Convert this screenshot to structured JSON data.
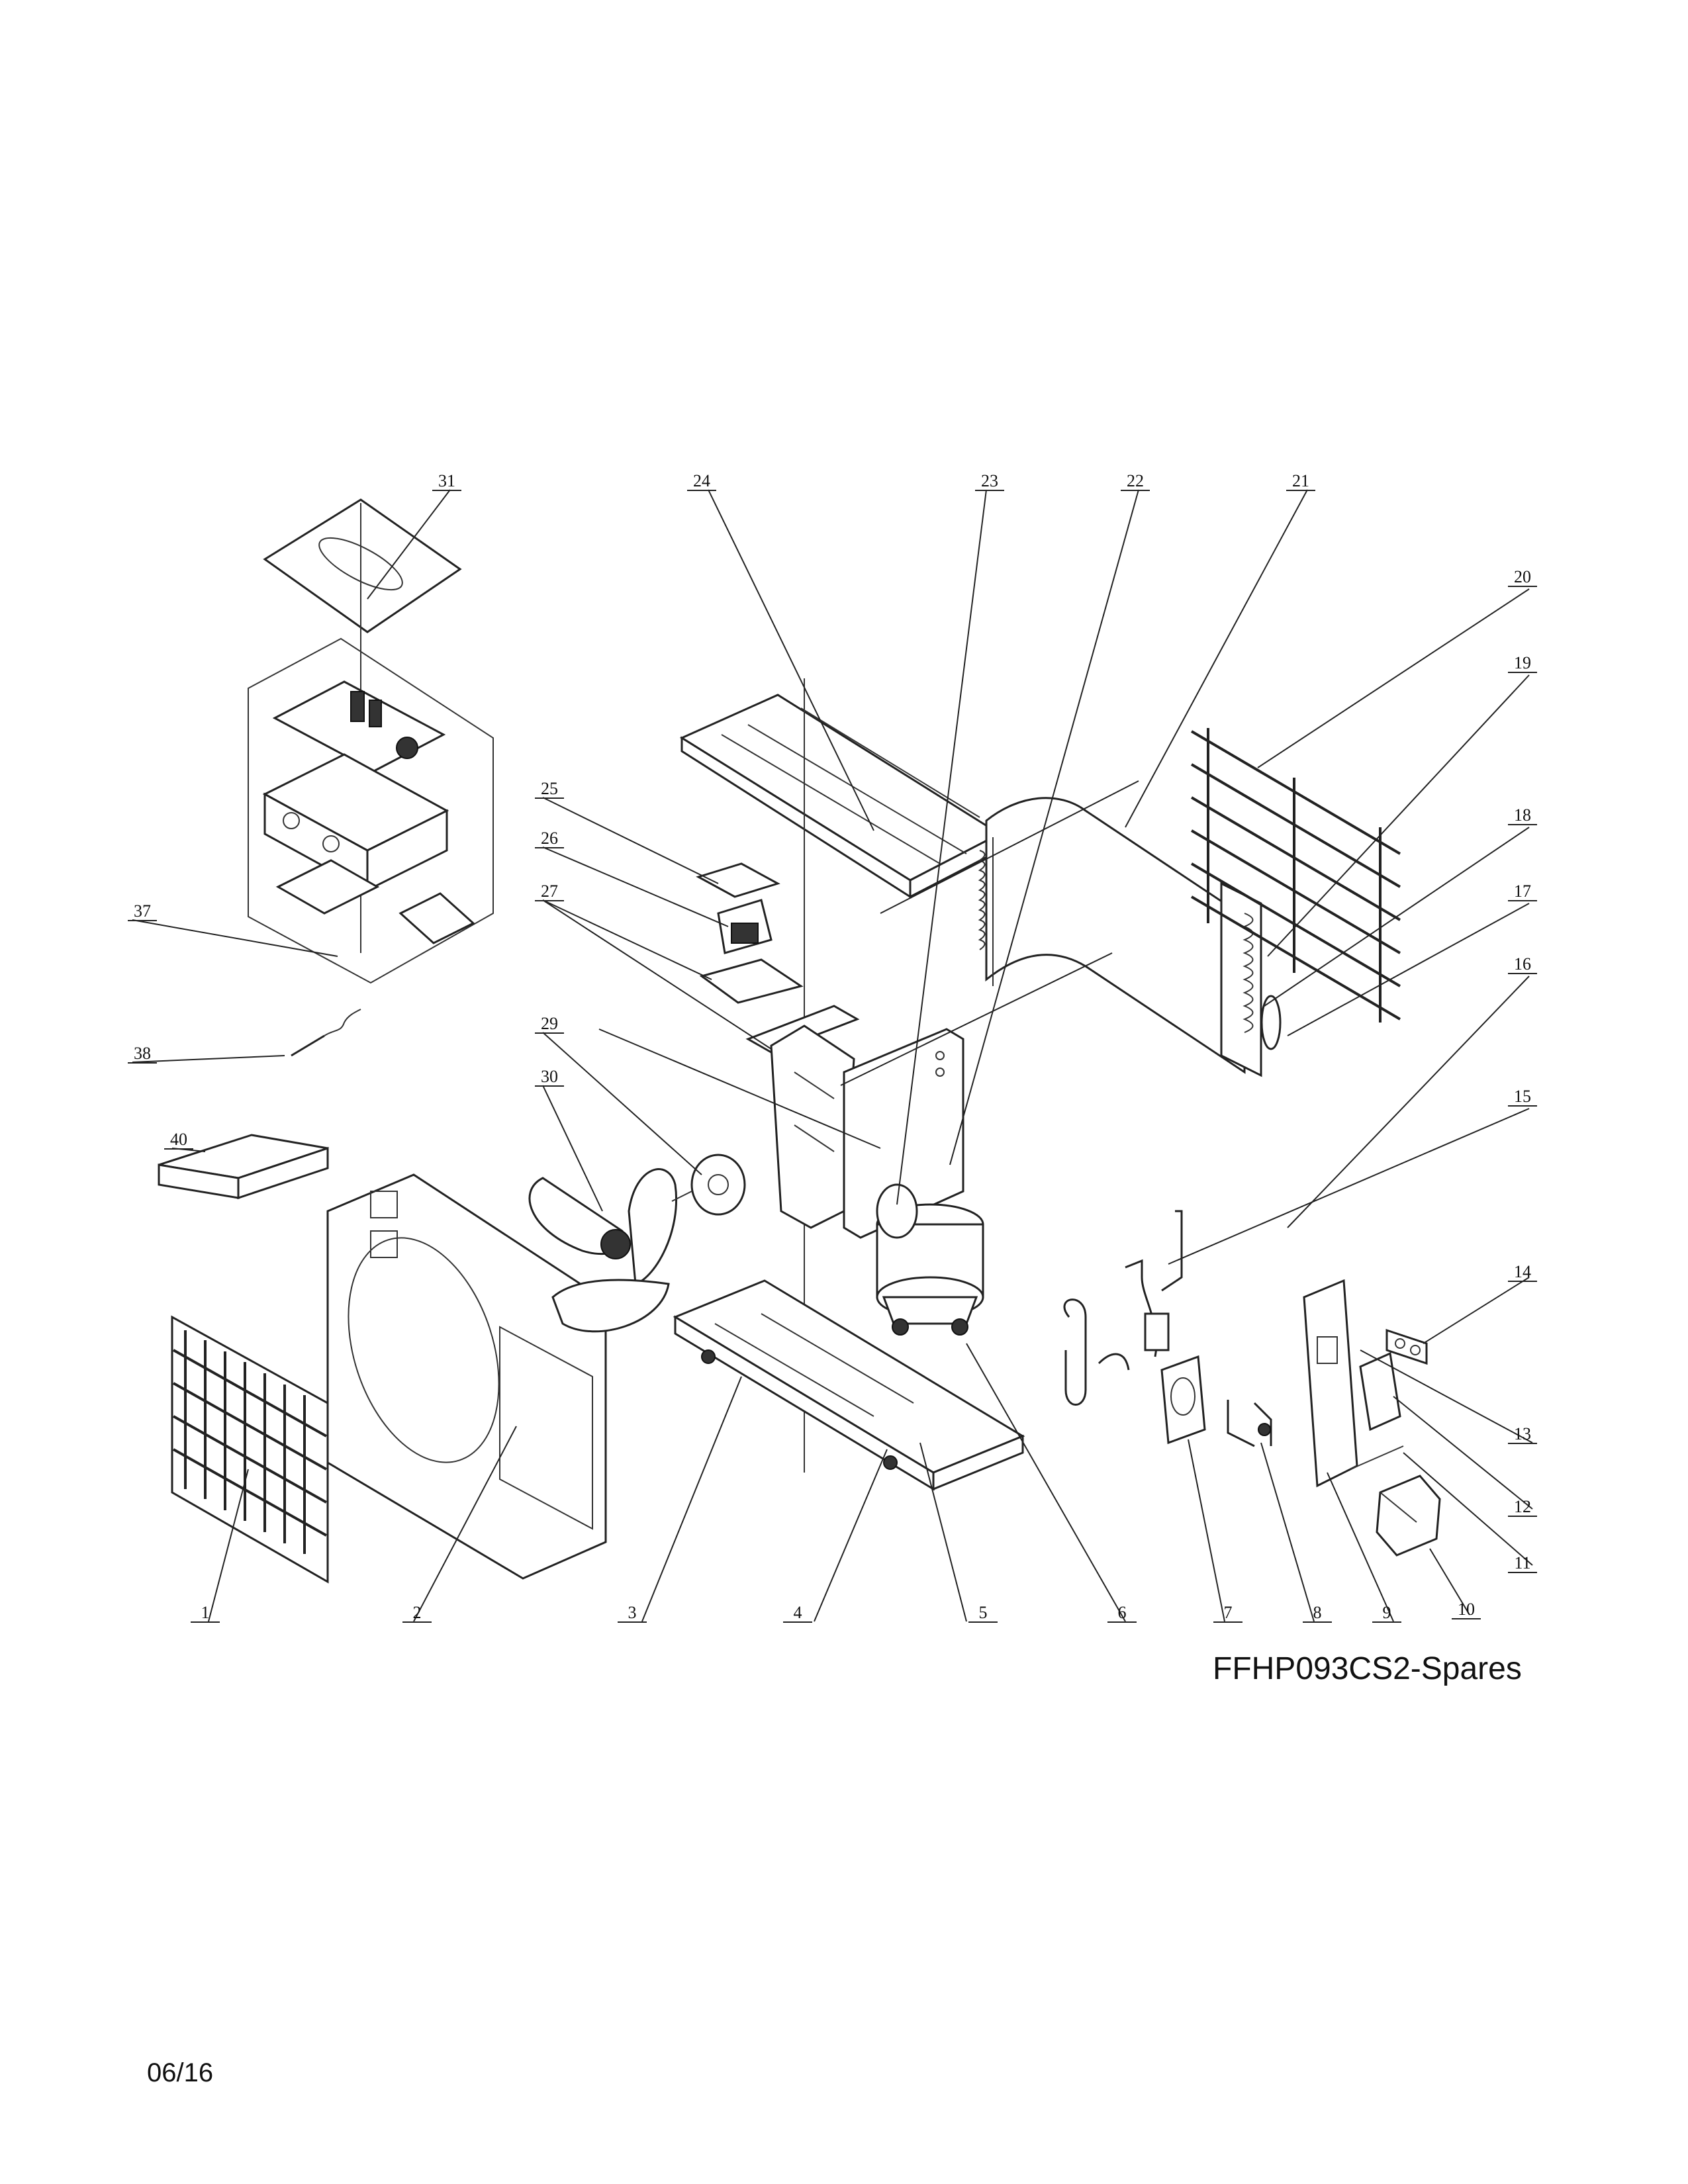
{
  "title": "FFHP093CS2-Spares",
  "date_code": "06/16",
  "callouts": [
    "1",
    "2",
    "3",
    "4",
    "5",
    "6",
    "7",
    "8",
    "9",
    "10",
    "11",
    "12",
    "13",
    "14",
    "15",
    "16",
    "17",
    "18",
    "19",
    "20",
    "21",
    "22",
    "23",
    "24",
    "25",
    "26",
    "27",
    "29",
    "30",
    "31",
    "37",
    "38",
    "40"
  ]
}
